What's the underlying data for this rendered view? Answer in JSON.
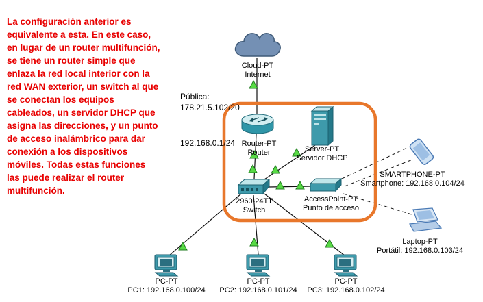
{
  "note": {
    "text": "La configuración anterior es equivalente a esta. En este caso, en lugar de un router multifunción, se tiene un router simple que enlaza la red local interior con la red WAN exterior, un switch al que se conectan los equipos cableados, un servidor DHCP que asigna las direcciones, y un punto de acceso inalámbrico para dar conexión a los dispositivos móviles. Todas estas funciones las puede realizar el router multifunción."
  },
  "annotations": {
    "public_label": "Pública:",
    "public_ip": "178.21.5.102/20",
    "lan_ip": "192.168.0.1/24"
  },
  "devices": {
    "cloud": {
      "model": "Cloud-PT",
      "name": "Internet"
    },
    "router": {
      "model": "Router-PT",
      "name": "Router"
    },
    "server": {
      "model": "Server-PT",
      "name": "Servidor DHCP"
    },
    "switch": {
      "model": "2960-24TT",
      "name": "Switch"
    },
    "access_point": {
      "model": "AccessPoint-PT",
      "name": "Punto de acceso"
    },
    "smartphone": {
      "model": "SMARTPHONE-PT",
      "name": "Smartphone: 192.168.0.104/24"
    },
    "laptop": {
      "model": "Laptop-PT",
      "name": "Portátil: 192.168.0.103/24"
    },
    "pc1": {
      "model": "PC-PT",
      "name": "PC1: 192.168.0.100/24"
    },
    "pc2": {
      "model": "PC-PT",
      "name": "PC2: 192.168.0.101/24"
    },
    "pc3": {
      "model": "PC-PT",
      "name": "PC3: 192.168.0.102/24"
    }
  },
  "colors": {
    "note_text": "#E80000",
    "highlight_box": "#E8772B",
    "link_up_arrow": "#58DA45",
    "device_teal": "#3E9AAB",
    "wireless_device_blue": "#B5CDE8"
  }
}
